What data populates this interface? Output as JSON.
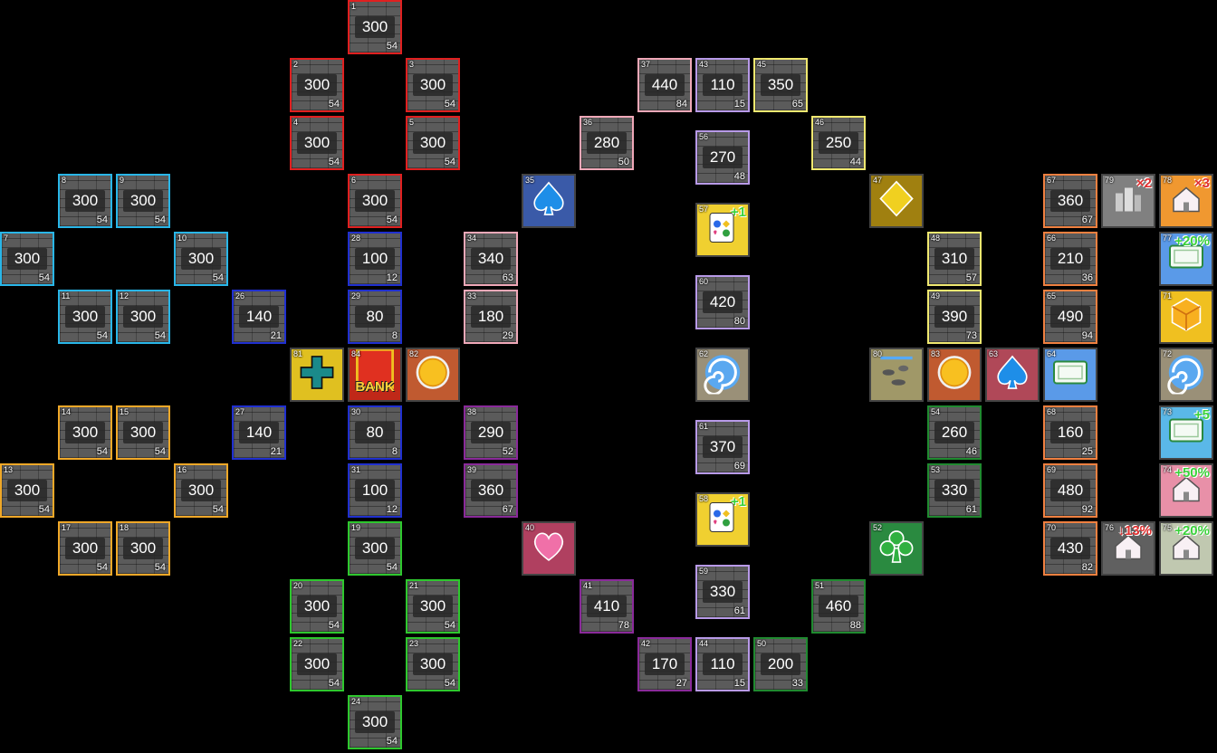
{
  "tiles": [
    {
      "id": "1",
      "price": "300",
      "sub": "54",
      "color": "#e02020"
    },
    {
      "id": "2",
      "price": "300",
      "sub": "54",
      "color": "#e02020"
    },
    {
      "id": "3",
      "price": "300",
      "sub": "54",
      "color": "#e02020"
    },
    {
      "id": "4",
      "price": "300",
      "sub": "54",
      "color": "#e02020"
    },
    {
      "id": "5",
      "price": "300",
      "sub": "54",
      "color": "#e02020"
    },
    {
      "id": "6",
      "price": "300",
      "sub": "54",
      "color": "#e02020"
    },
    {
      "id": "7",
      "price": "300",
      "sub": "54",
      "color": "#29b6e8"
    },
    {
      "id": "8",
      "price": "300",
      "sub": "54",
      "color": "#29b6e8"
    },
    {
      "id": "9",
      "price": "300",
      "sub": "54",
      "color": "#29b6e8"
    },
    {
      "id": "10",
      "price": "300",
      "sub": "54",
      "color": "#29b6e8"
    },
    {
      "id": "11",
      "price": "300",
      "sub": "54",
      "color": "#29b6e8"
    },
    {
      "id": "12",
      "price": "300",
      "sub": "54",
      "color": "#29b6e8"
    },
    {
      "id": "13",
      "price": "300",
      "sub": "54",
      "color": "#f0a828"
    },
    {
      "id": "14",
      "price": "300",
      "sub": "54",
      "color": "#f0a828"
    },
    {
      "id": "15",
      "price": "300",
      "sub": "54",
      "color": "#f0a828"
    },
    {
      "id": "16",
      "price": "300",
      "sub": "54",
      "color": "#f0a828"
    },
    {
      "id": "17",
      "price": "300",
      "sub": "54",
      "color": "#f0a828"
    },
    {
      "id": "18",
      "price": "300",
      "sub": "54",
      "color": "#f0a828"
    },
    {
      "id": "19",
      "price": "300",
      "sub": "54",
      "color": "#2ec82e"
    },
    {
      "id": "20",
      "price": "300",
      "sub": "54",
      "color": "#2ec82e"
    },
    {
      "id": "21",
      "price": "300",
      "sub": "54",
      "color": "#2ec82e"
    },
    {
      "id": "22",
      "price": "300",
      "sub": "54",
      "color": "#2ec82e"
    },
    {
      "id": "23",
      "price": "300",
      "sub": "54",
      "color": "#2ec82e"
    },
    {
      "id": "24",
      "price": "300",
      "sub": "54",
      "color": "#2ec82e"
    },
    {
      "id": "26",
      "price": "140",
      "sub": "21",
      "color": "#2030d0"
    },
    {
      "id": "27",
      "price": "140",
      "sub": "21",
      "color": "#2030d0"
    },
    {
      "id": "28",
      "price": "100",
      "sub": "12",
      "color": "#2030d0"
    },
    {
      "id": "29",
      "price": "80",
      "sub": "8",
      "color": "#2030d0"
    },
    {
      "id": "30",
      "price": "80",
      "sub": "8",
      "color": "#2030d0"
    },
    {
      "id": "31",
      "price": "100",
      "sub": "12",
      "color": "#2030d0"
    },
    {
      "id": "33",
      "price": "180",
      "sub": "29",
      "color": "#f0a8b8"
    },
    {
      "id": "34",
      "price": "340",
      "sub": "63",
      "color": "#f0a8b8"
    },
    {
      "id": "36",
      "price": "280",
      "sub": "50",
      "color": "#f0a8b8"
    },
    {
      "id": "37",
      "price": "440",
      "sub": "84",
      "color": "#f0a8b8"
    },
    {
      "id": "38",
      "price": "290",
      "sub": "52",
      "color": "#8a2a9a"
    },
    {
      "id": "39",
      "price": "360",
      "sub": "67",
      "color": "#8a2a9a"
    },
    {
      "id": "41",
      "price": "410",
      "sub": "78",
      "color": "#8a2a9a"
    },
    {
      "id": "42",
      "price": "170",
      "sub": "27",
      "color": "#8a2a9a"
    },
    {
      "id": "43",
      "price": "110",
      "sub": "15",
      "color": "#b89ae8"
    },
    {
      "id": "44",
      "price": "110",
      "sub": "15",
      "color": "#b89ae8"
    },
    {
      "id": "45",
      "price": "350",
      "sub": "65",
      "color": "#f0e870"
    },
    {
      "id": "46",
      "price": "250",
      "sub": "44",
      "color": "#f0e870"
    },
    {
      "id": "48",
      "price": "310",
      "sub": "57",
      "color": "#f0e870"
    },
    {
      "id": "49",
      "price": "390",
      "sub": "73",
      "color": "#f0e870"
    },
    {
      "id": "50",
      "price": "200",
      "sub": "33",
      "color": "#208a30"
    },
    {
      "id": "51",
      "price": "460",
      "sub": "88",
      "color": "#208a30"
    },
    {
      "id": "53",
      "price": "330",
      "sub": "61",
      "color": "#208a30"
    },
    {
      "id": "54",
      "price": "260",
      "sub": "46",
      "color": "#208a30"
    },
    {
      "id": "56",
      "price": "270",
      "sub": "48",
      "color": "#b89ae8"
    },
    {
      "id": "59",
      "price": "330",
      "sub": "61",
      "color": "#b89ae8"
    },
    {
      "id": "60",
      "price": "420",
      "sub": "80",
      "color": "#b89ae8"
    },
    {
      "id": "61",
      "price": "370",
      "sub": "69",
      "color": "#b89ae8"
    },
    {
      "id": "65",
      "price": "490",
      "sub": "94",
      "color": "#f08040"
    },
    {
      "id": "66",
      "price": "210",
      "sub": "36",
      "color": "#f08040"
    },
    {
      "id": "67",
      "price": "360",
      "sub": "67",
      "color": "#f08040"
    },
    {
      "id": "68",
      "price": "160",
      "sub": "25",
      "color": "#f08040"
    },
    {
      "id": "69",
      "price": "480",
      "sub": "92",
      "color": "#f08040"
    },
    {
      "id": "70",
      "price": "430",
      "sub": "82",
      "color": "#f08040"
    }
  ],
  "specials": [
    {
      "id": "35",
      "kind": "spade",
      "bg": "#3a5aa8"
    },
    {
      "id": "40",
      "kind": "heart",
      "bg": "#b04060"
    },
    {
      "id": "47",
      "kind": "diamond",
      "bg": "#a08010"
    },
    {
      "id": "52",
      "kind": "club",
      "bg": "#2a8a40"
    },
    {
      "id": "57",
      "kind": "card",
      "bg": "#f0d030",
      "badge": "+1"
    },
    {
      "id": "58",
      "kind": "card",
      "bg": "#f0d030",
      "badge": "+1"
    },
    {
      "id": "62",
      "kind": "vortex",
      "bg": "#9a9078"
    },
    {
      "id": "63",
      "kind": "spade",
      "bg": "#b04858"
    },
    {
      "id": "64",
      "kind": "ticket",
      "bg": "#5a9ae8"
    },
    {
      "id": "71",
      "kind": "cube",
      "bg": "#f0c020"
    },
    {
      "id": "72",
      "kind": "vortex",
      "bg": "#9a9078"
    },
    {
      "id": "73",
      "kind": "ticket",
      "bg": "#5ab8e8",
      "badge": "+5"
    },
    {
      "id": "74",
      "kind": "house",
      "bg": "#e890a8",
      "badge": "+50%"
    },
    {
      "id": "75",
      "kind": "house",
      "bg": "#c0c8b0",
      "badge": "+20%"
    },
    {
      "id": "76",
      "kind": "house",
      "bg": "#606060",
      "badge": "↓13%",
      "red": true
    },
    {
      "id": "77",
      "kind": "ticket",
      "bg": "#5a9ae8",
      "badge": "+20%"
    },
    {
      "id": "78",
      "kind": "house",
      "bg": "#f09830",
      "badge": "×3",
      "red": true
    },
    {
      "id": "79",
      "kind": "city",
      "bg": "#808080",
      "badge": "×2",
      "red": true
    },
    {
      "id": "80",
      "kind": "rocks",
      "bg": "#a09868"
    },
    {
      "id": "81",
      "kind": "cross",
      "bg": "#e0c020"
    },
    {
      "id": "82",
      "kind": "sun",
      "bg": "#c05a30"
    },
    {
      "id": "83",
      "kind": "sun",
      "bg": "#c05a30"
    },
    {
      "id": "84",
      "kind": "bank",
      "bg": "#c02818",
      "label": "BANK"
    }
  ]
}
